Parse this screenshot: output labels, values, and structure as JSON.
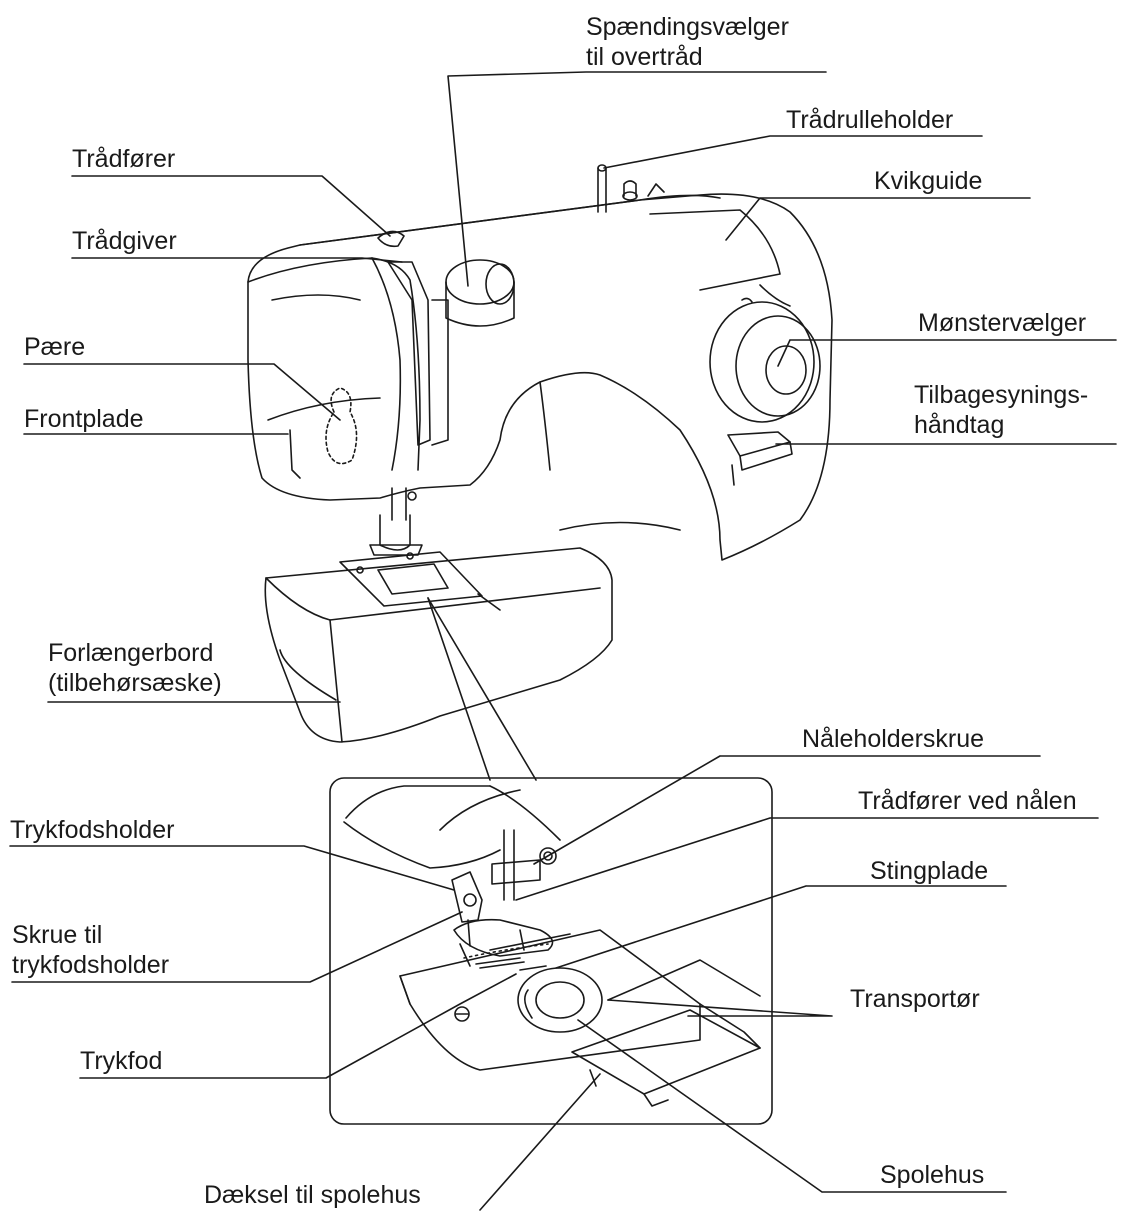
{
  "labels": {
    "spaendingsvaelger_1": "Spændingsvælger",
    "spaendingsvaelger_2": "til overtråd",
    "traadrulleholder": "Trådrulleholder",
    "traadfoerer": "Trådfører",
    "kvikguide": "Kvikguide",
    "traadgiver": "Trådgiver",
    "paere": "Pære",
    "moenstervaelger": "Mønstervælger",
    "tilbagesynings_1": "Tilbagesynings-",
    "tilbagesynings_2": "håndtag",
    "frontplade": "Frontplade",
    "forlaengerbord_1": "Forlængerbord",
    "forlaengerbord_2": "(tilbehørsæske)",
    "naaleholderskrue": "Nåleholderskrue",
    "trykfodsholder": "Trykfodsholder",
    "traadfoerer_naal": "Trådfører ved nålen",
    "stingplade": "Stingplade",
    "skrue_1": "Skrue til",
    "skrue_2": "trykfodsholder",
    "transportoer": "Transportør",
    "trykfod": "Trykfod",
    "spolehus": "Spolehus",
    "daeksel": "Dæksel til spolehus"
  },
  "colors": {
    "ink": "#1a1a1a",
    "background": "#ffffff"
  }
}
